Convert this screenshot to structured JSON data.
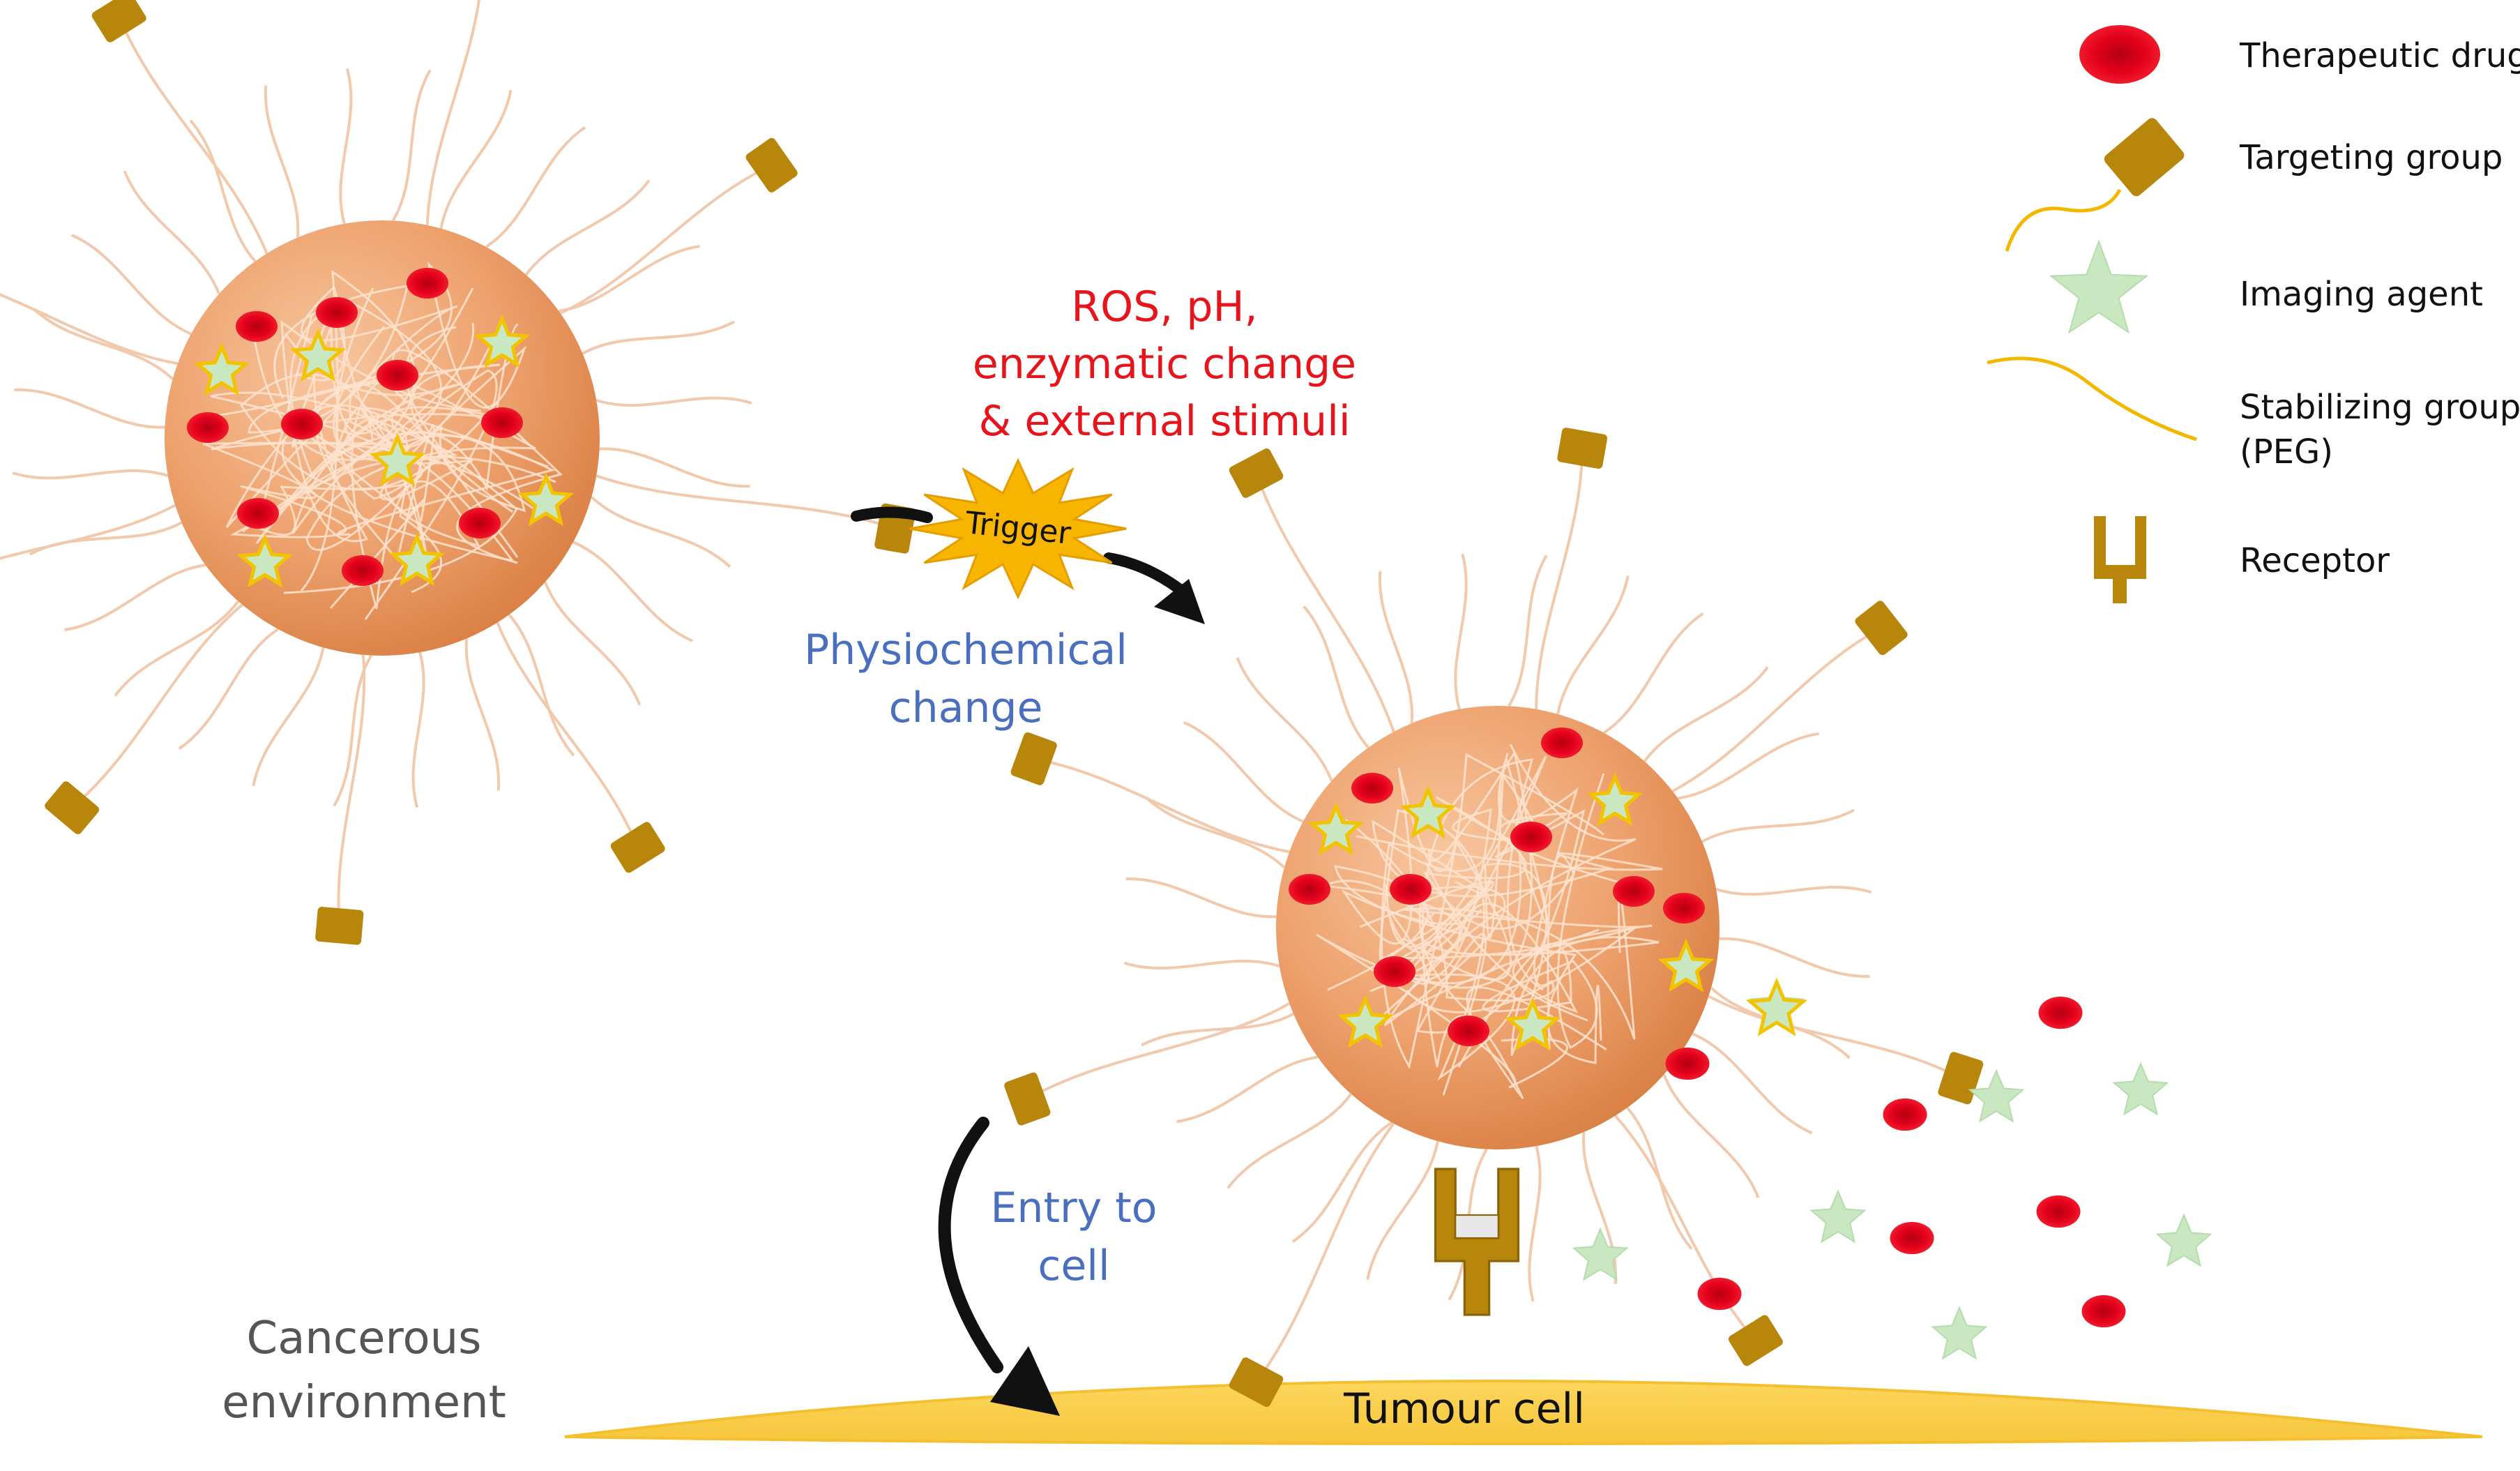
{
  "legend": {
    "items": [
      {
        "key": "drug",
        "label": "Therapeutic drug"
      },
      {
        "key": "target",
        "label": "Targeting group"
      },
      {
        "key": "imaging",
        "label": "Imaging agent"
      },
      {
        "key": "peg",
        "label": "Stabilizing group"
      },
      {
        "key": "peg2",
        "label": "(PEG)"
      },
      {
        "key": "receptor",
        "label": "Receptor"
      }
    ]
  },
  "stimuli": {
    "line1": "ROS, pH,",
    "line2": "enzymatic change",
    "line3": "& external stimuli"
  },
  "trigger": {
    "label": "Trigger"
  },
  "physio": {
    "line1": "Physiochemical",
    "line2": "change"
  },
  "entry": {
    "line1": "Entry to",
    "line2": "cell"
  },
  "environment": {
    "line1": "Cancerous",
    "line2": "environment"
  },
  "cell": {
    "label": "Tumour cell"
  },
  "colors": {
    "drug": "#e3001b",
    "target": "#b8860b",
    "imaging": "#c9e8c2",
    "peg": "#f1c9ad",
    "stimuli": "#e8141c",
    "physio": "#4a6fbf",
    "trigger": "#f7b500",
    "cell": "#fbd65a"
  }
}
